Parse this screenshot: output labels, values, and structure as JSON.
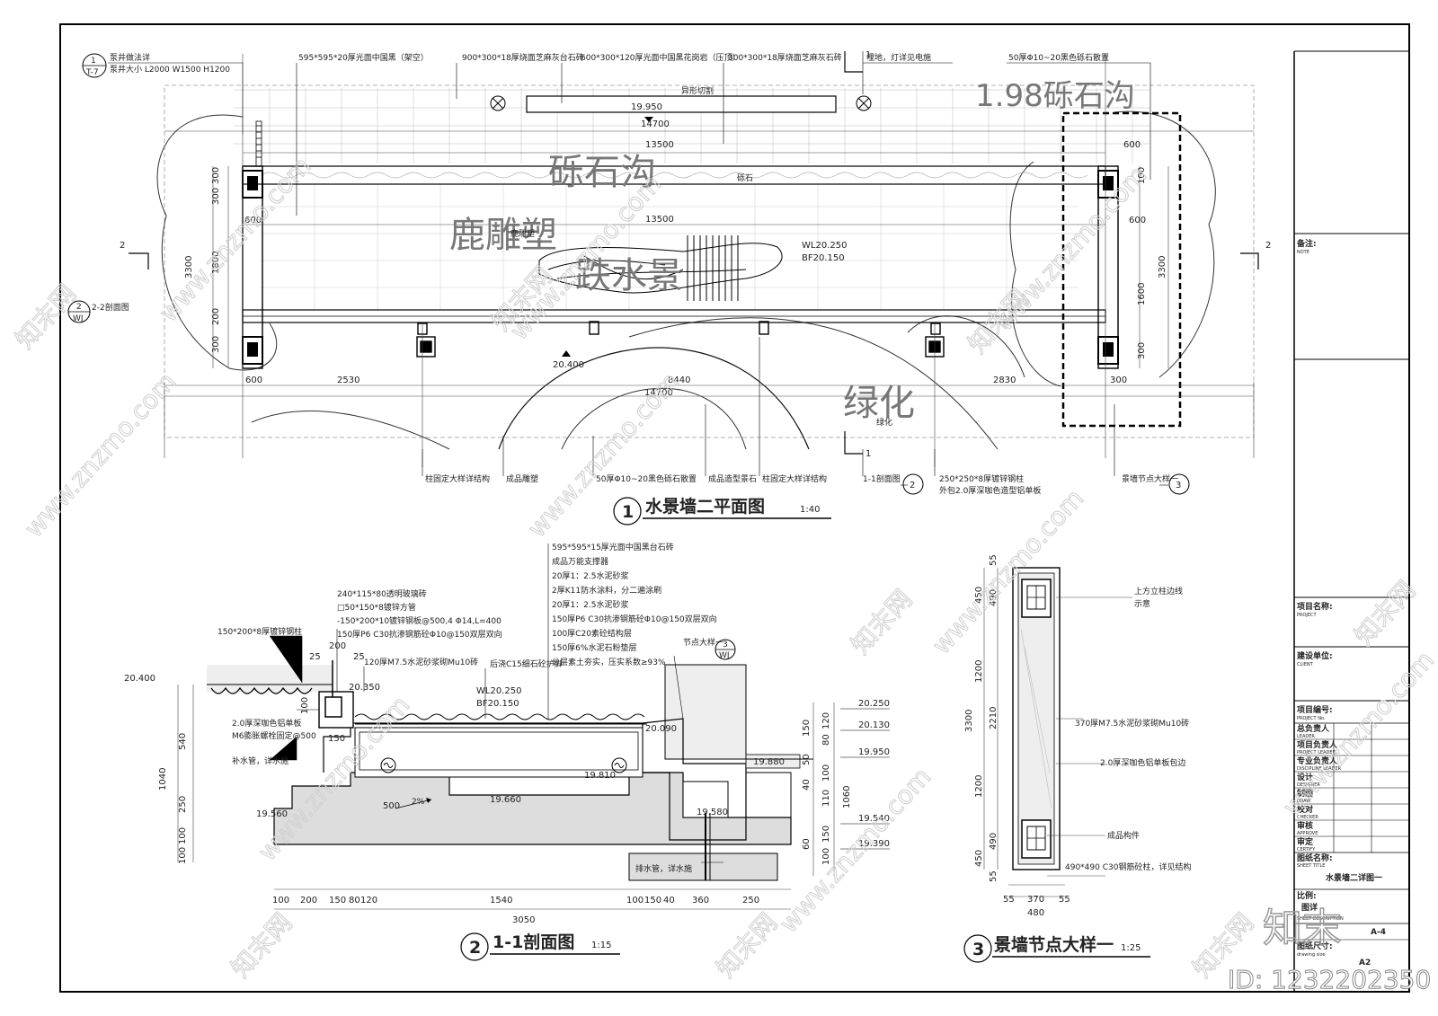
{
  "plan": {
    "title": "水景墙二平面图",
    "scale": "1:40",
    "num": "1",
    "top_notes": {
      "well_detail": "泵井做法详",
      "well_size": "泵井大小 L2000 W1500 H1200",
      "stone_595": "595*595*20厚光面中国黑（架空）",
      "stone_900": "900*300*18厚烧面芝麻灰台石砖",
      "stone_600": "600*300*120厚光面中国黑花岗岩（压顶）",
      "stone_300": "300*300*18厚烧面芝麻灰石砖",
      "lamp": "埋地，灯详见电施",
      "gravel_top": "50厚Φ10~20黑色砾石散置",
      "cut_note": "异形切割",
      "gravel_small": "砾石"
    },
    "bottom_notes": {
      "column_a": "柱固定大样详结构",
      "sculpture": "成品雕塑",
      "gravel_bottom": "50厚Φ10~20黑色砾石散置",
      "stone_prod": "成品造型景石",
      "column_b": "柱固定大样详结构",
      "section_ref": "1-1剖面图",
      "steel_column": "250*250*8厚镀锌钢柱",
      "steel_cover": "外包2.0厚深咖色造型铝单板",
      "node_ref": "景墙节点大样一"
    },
    "section_tags": {
      "left_ref": "2-2剖面图",
      "left_sheet": "WJ",
      "left_num": "2",
      "mark_2": "2",
      "mark_1": "1",
      "top_ref": "1",
      "top_sheet": "T-7"
    },
    "elevations": {
      "top": "19.950",
      "wl": "WL20.250",
      "bf": "BF20.150",
      "lower": "20.400"
    },
    "dims_h": {
      "top": "14700",
      "inner_top": "13500",
      "inner_mid": "13500",
      "left": "2530",
      "middle": "8440",
      "right": "2830",
      "bottom": "14700",
      "col_l": "600",
      "col_r": "300",
      "right_top": "600"
    },
    "dims_v": {
      "total_l": "3300",
      "total_r": "3300",
      "a": "300",
      "b": "300",
      "c": "600",
      "d": "1800",
      "e": "200",
      "f": "300",
      "r1": "100",
      "r2": "600",
      "r3": "1600",
      "r4": "300"
    },
    "handwriting": {
      "gravel_ditch": "砾石沟",
      "deer": "鹿雕塑",
      "waterfall": "跌水景",
      "green": "绿化",
      "top_right": "1.98砾石沟"
    },
    "green_small": "绿化",
    "sculpture_small": "鹿雕塑"
  },
  "section": {
    "title": "1-1剖面图",
    "scale": "1:15",
    "num": "2",
    "layers": [
      "595*595*15厚光面中国黑台石砖",
      "成品万能支撑器",
      "20厚1：2.5水泥砂浆",
      "2厚K11防水涂料，分二遍涂刷",
      "20厚1：2.5水泥砂浆",
      "150厚P6 C30抗渗钢筋砼Φ10@150双层双向",
      "100厚C20素砼结构层",
      "150厚6%水泥石粉垫层",
      "分层素土夯实，压实系数≥93%"
    ],
    "left_notes": [
      "240*115*80透明玻璃砖",
      "□50*150*8镀锌方管",
      "-150*200*10镀锌钢板@500,4 Φ14,L=400",
      "150厚P6 C30抗渗钢筋砼Φ10@150双层双向"
    ],
    "steel_pipe": "150*200*8厚镀锌钢柱",
    "wall_note": "120厚M7.5水泥砂浆砌Mu10砖",
    "backfill": "后浇C15细石砼护脚",
    "node_ref": "节点大样一",
    "node_num": "3",
    "node_sheet": "WJ",
    "alu_note": "2.0厚深咖色铝单板",
    "bolt_note": "M6膨胀螺栓固定@500",
    "pipe_note": "补水管，详水施",
    "drain_note": "排水管，详水施",
    "levels": {
      "ground": "20.400",
      "top": "20.350",
      "wl": "WL20.250",
      "bf": "BF20.150",
      "pool": "20.090",
      "bottom": "19.810",
      "deep": "19.660",
      "left_bot": "19.560",
      "pit": "19.580",
      "right_ground": "19.880",
      "slope": "2%"
    },
    "dims_bottom": [
      "100",
      "200",
      "150",
      "80",
      "120",
      "1540",
      "100",
      "150",
      "40",
      "360",
      "250"
    ],
    "dims_total": "3050",
    "dims_inner": "500",
    "dims_left_v": [
      "1040",
      "540",
      "250",
      "100",
      "100"
    ],
    "dims_small": [
      "25",
      "200",
      "25",
      "100",
      "150"
    ],
    "right_levels": [
      "20.250",
      "20.130",
      "19.950",
      "19.540",
      "19.390"
    ],
    "right_dims": [
      "120",
      "80",
      "100",
      "150",
      "110",
      "100",
      "1060",
      "150",
      "50",
      "40",
      "60"
    ]
  },
  "node": {
    "title": "景墙节点大样一",
    "scale": "1:25",
    "num": "3",
    "notes": {
      "top_edge": "上方立柱边线",
      "hint": "示意",
      "brick": "370厚M7.5水泥砂浆砌Mu10砖",
      "alu": "2.0厚深咖色铝单板包边",
      "product": "成品构件",
      "column": "490*490 C30钢筋砼柱，详见结构"
    },
    "dims_v": [
      "55",
      "450",
      "490",
      "1200",
      "2210",
      "1200",
      "490",
      "450",
      "55",
      "3300"
    ],
    "dims_h": [
      "55",
      "370",
      "55",
      "480"
    ]
  },
  "titleblock": {
    "note_cn": "备注:",
    "note_en": "NOTE",
    "project_cn": "项目名称:",
    "project_en": "PROJECT",
    "client_cn": "建设单位:",
    "client_en": "CLIENT",
    "number_cn": "项目编号:",
    "number_en": "PROJECT No.",
    "roles": [
      {
        "cn": "总负责人",
        "en": "LEADER"
      },
      {
        "cn": "项目负责人",
        "en": "PROJECT LEADER"
      },
      {
        "cn": "专业负责人",
        "en": "DISCIPLINE LEADER"
      },
      {
        "cn": "设计",
        "en": "DESIGNER"
      },
      {
        "cn": "制图",
        "en": "DRAW"
      },
      {
        "cn": "校对",
        "en": "CHECKER"
      },
      {
        "cn": "审核",
        "en": "APPROVE"
      },
      {
        "cn": "审定",
        "en": "CERTIFY"
      }
    ],
    "sheet_title_cn": "图纸名称:",
    "sheet_title_en": "SHEET TITLE",
    "sheet_title": "水景墙二详图一",
    "scale_cn": "比例:",
    "scale_val": "图详",
    "desc_en": "SHEET DESCRIPTION",
    "sheet_no": "A-4",
    "size_cn": "图纸尺寸:",
    "size_en": "drawing size",
    "size_val": "A2"
  },
  "watermark": {
    "site": "www.znzmo.com",
    "brand": "知末网",
    "big_logo": "知末",
    "id": "ID: 1232202350"
  }
}
